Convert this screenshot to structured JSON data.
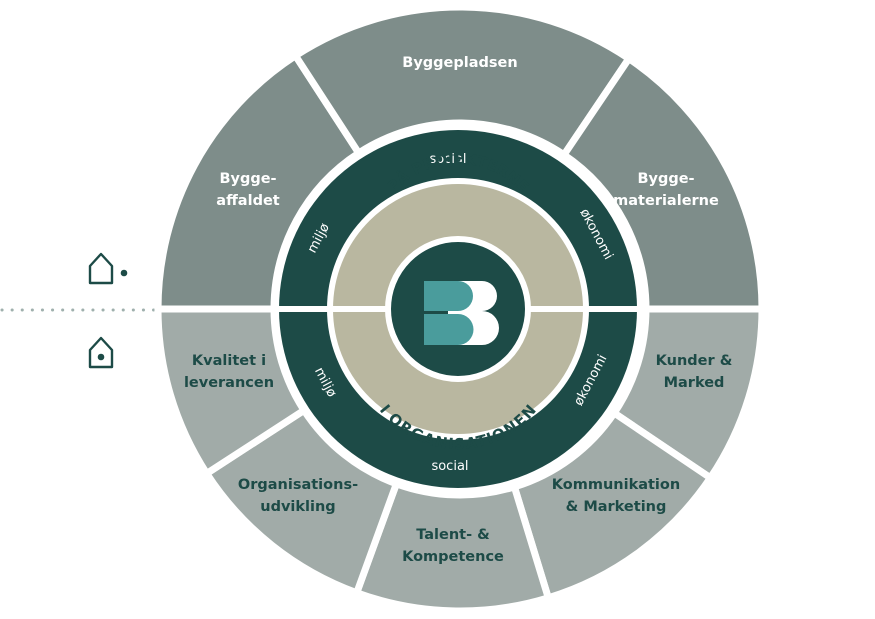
{
  "outer_ring": {
    "top_segments": [
      {
        "lines": [
          "Bygge-",
          "affaldet"
        ]
      },
      {
        "lines": [
          "Byggepladsen"
        ]
      },
      {
        "lines": [
          "Bygge-",
          "materialerne"
        ]
      }
    ],
    "bottom_segments": [
      {
        "lines": [
          "Kvalitet i",
          "leverancen"
        ]
      },
      {
        "lines": [
          "Organisations-",
          "udvikling"
        ]
      },
      {
        "lines": [
          "Talent- &",
          "Kompetence"
        ]
      },
      {
        "lines": [
          "Kommunikation",
          "& Marketing"
        ]
      },
      {
        "lines": [
          "Kunder &",
          "Marked"
        ]
      }
    ]
  },
  "dark_ring": {
    "top": {
      "social": "social",
      "miljo": "miljø",
      "okonomi": "økonomi"
    },
    "bottom": {
      "social": "social",
      "miljo": "miljø",
      "okonomi": "økonomi"
    }
  },
  "beige_ring": {
    "top_title": "PÅ PROJEKTERNE",
    "bottom_title": "I ORGANISATIONEN"
  },
  "icons": {
    "top": "house-outline-icon",
    "bottom": "house-dot-icon"
  },
  "colors": {
    "top_segment": "#7e8d8a",
    "bottom_segment": "#a1aba8",
    "dark_ring": "#1d4b47",
    "beige_ring": "#b9b7a0",
    "center": "#1d4b47",
    "logo_accent": "#4a9c9c",
    "label_text_top": "#ffffff",
    "label_text_bottom": "#1d4b47"
  }
}
